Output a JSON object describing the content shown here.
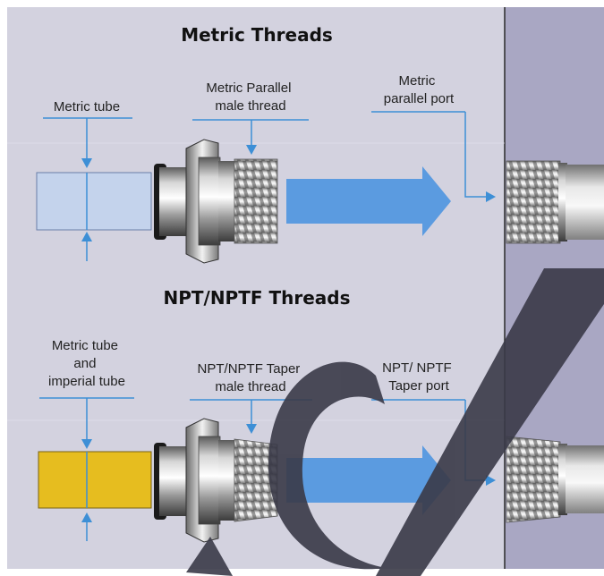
{
  "sections": [
    {
      "title": "Metric Threads",
      "tube_label": [
        "Metric tube"
      ],
      "thread_label": [
        "Metric Parallel",
        "male thread"
      ],
      "port_label": [
        "Metric",
        "parallel port"
      ]
    },
    {
      "title": "NPT/NPTF Threads",
      "tube_label": [
        "Metric tube",
        "and",
        "imperial tube"
      ],
      "thread_label": [
        "NPT/NPTF Taper",
        "male thread"
      ],
      "port_label": [
        "NPT/ NPTF",
        "Taper port"
      ]
    }
  ],
  "colors": {
    "panel_left": "#d3d2df",
    "panel_right": "#a9a7c3",
    "callout_line": "#3d8fd6",
    "flow_arrow": "#5b9be0",
    "metric_tube": "#c4d3ec",
    "imperial_tube": "#e6bd1f",
    "watermark": "#3a3a48"
  },
  "icons": {
    "fitting": "threaded-fitting-icon",
    "flow": "flow-arrow-icon",
    "port": "threaded-port-icon"
  }
}
